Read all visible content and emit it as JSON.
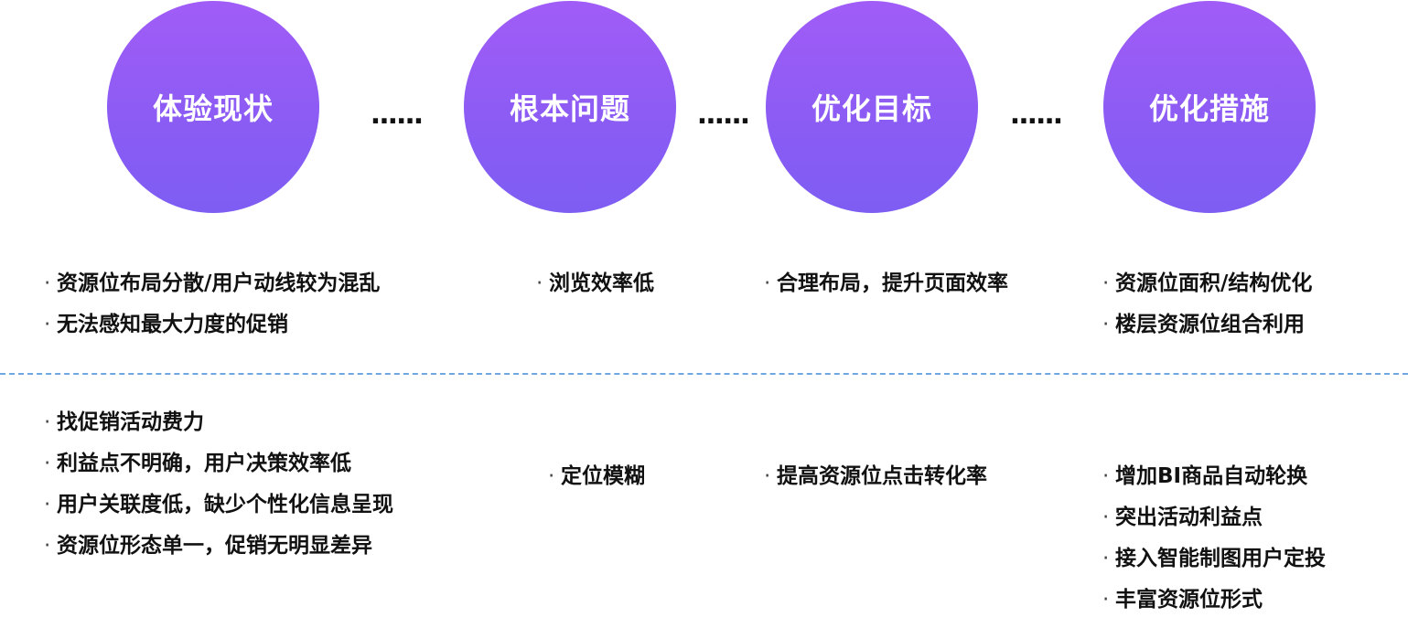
{
  "stages": [
    {
      "label": "体验现状"
    },
    {
      "label": "根本问题"
    },
    {
      "label": "优化目标"
    },
    {
      "label": "优化措施"
    }
  ],
  "connector_text": "......",
  "bullet_char": "·",
  "rows": {
    "top": {
      "col1": [
        "资源位布局分散/用户动线较为混乱",
        "无法感知最大力度的促销"
      ],
      "col2": [
        "浏览效率低"
      ],
      "col3": [
        "合理布局，提升页面效率"
      ],
      "col4": [
        "资源位面积/结构优化",
        "楼层资源位组合利用"
      ]
    },
    "bottom": {
      "col1": [
        "找促销活动费力",
        "利益点不明确，用户决策效率低",
        "用户关联度低，缺少个性化信息呈现",
        "资源位形态单一，促销无明显差异"
      ],
      "col2": [
        "定位模糊"
      ],
      "col3": [
        "提高资源位点击转化率"
      ],
      "col4": [
        "增加BI商品自动轮换",
        "突出活动利益点",
        "接入智能制图用户定投",
        "丰富资源位形式"
      ]
    }
  },
  "colors": {
    "circle_top": "#a15cf6",
    "circle_bottom": "#7e5df3",
    "divider": "#6fa7e0",
    "text": "#111111"
  }
}
